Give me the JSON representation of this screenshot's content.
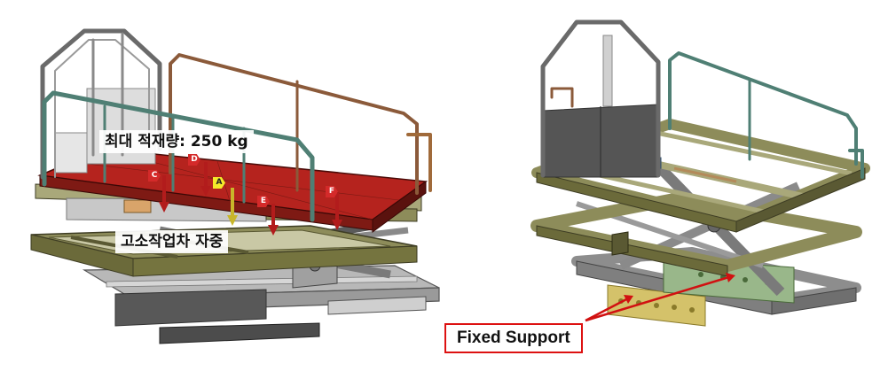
{
  "labels": {
    "max_load": "최대 적재량: 250 kg",
    "self_weight": "고소작업차 자중",
    "fixed_support": "Fixed Support"
  },
  "load_points": [
    "A",
    "C",
    "D",
    "E",
    "F"
  ],
  "colors": {
    "platform_deck": "#b5231e",
    "frame": "#8d8c5a",
    "rail_teal": "#4f7f74",
    "rail_brown": "#8b5a3a",
    "load_arrow_red": "#b21c1c",
    "load_arrow_yellow": "#c8b62a",
    "support_highlight": "#d4c26a",
    "callout_red": "#d11111"
  }
}
